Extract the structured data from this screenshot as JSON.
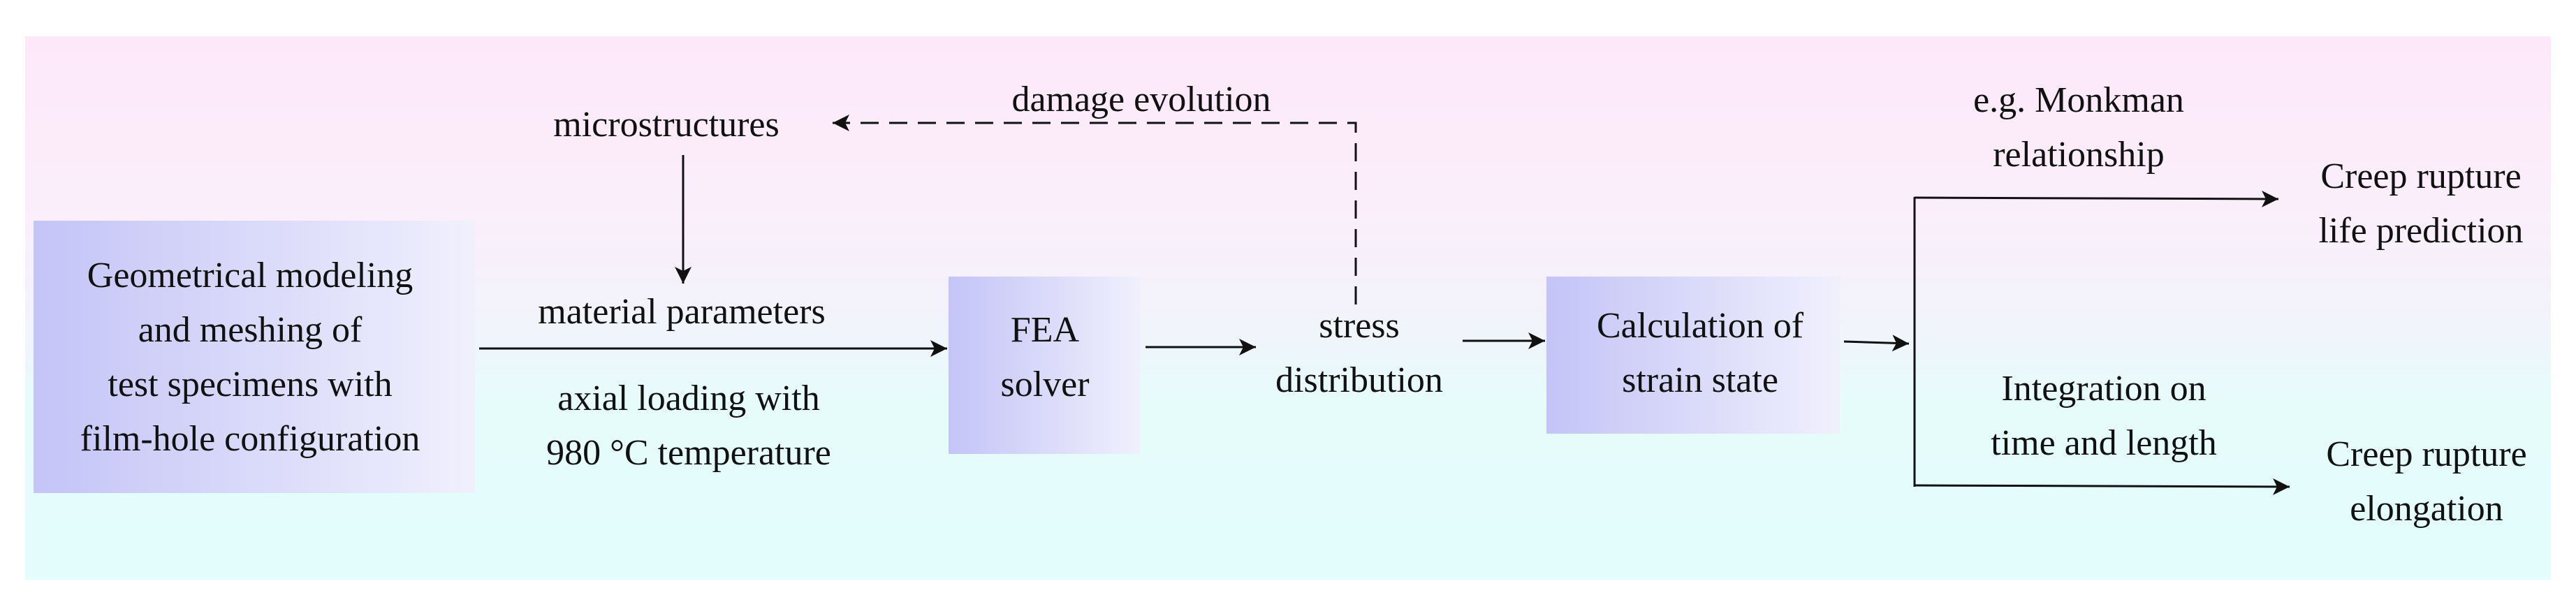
{
  "nodes": {
    "geometry_modeling": {
      "lines": [
        "Geometrical modeling",
        "and meshing of",
        "test specimens with",
        "film-hole configuration"
      ]
    },
    "fea_solver": {
      "lines": [
        "FEA",
        "solver"
      ]
    },
    "strain_calculation": {
      "lines": [
        "Calculation of",
        "strain state"
      ]
    },
    "microstructures": {
      "text": "microstructures"
    },
    "stress_distribution": {
      "lines": [
        "stress",
        "distribution"
      ]
    },
    "rupture_life": {
      "lines": [
        "Creep rupture",
        "life prediction"
      ]
    },
    "rupture_elongation": {
      "lines": [
        "Creep rupture",
        "elongation"
      ]
    }
  },
  "edge_labels": {
    "material_parameters": "material parameters",
    "axial_loading": [
      "axial loading with",
      "980 °C temperature"
    ],
    "damage_evolution": "damage evolution",
    "monkman": [
      "e.g. Monkman",
      "relationship"
    ],
    "integration": [
      "Integration on",
      "time and length"
    ]
  },
  "colors": {
    "box_gradient_start": "#c4c4f7",
    "box_gradient_end": "#f0f0fd",
    "background_top": "#fde8f9",
    "background_bottom": "#e2fdfc",
    "line": "#111111"
  }
}
